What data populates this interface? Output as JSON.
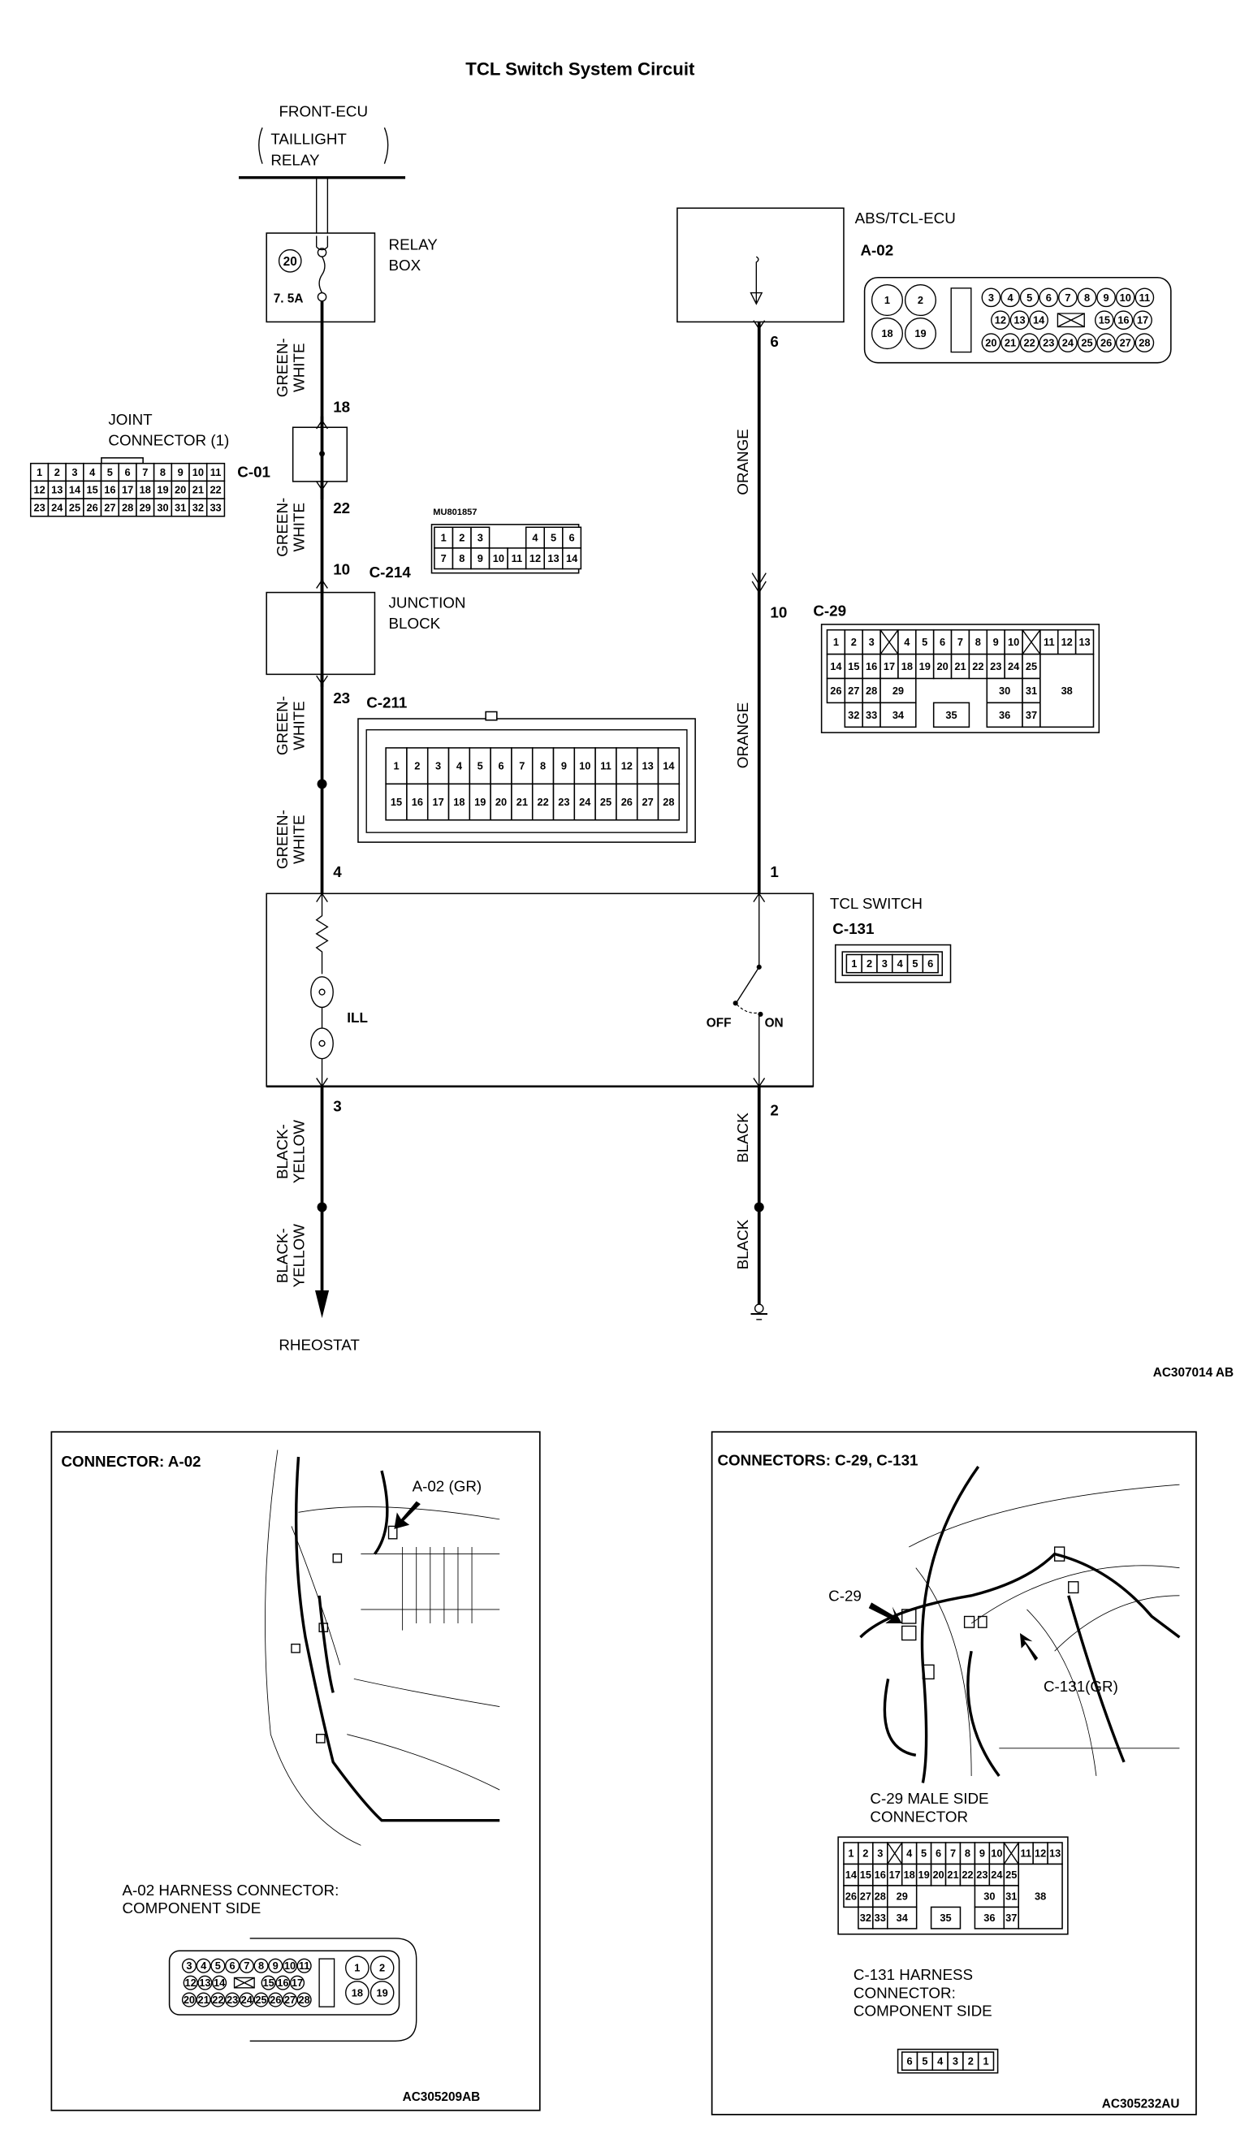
{
  "title": "TCL Switch System Circuit",
  "colors": {
    "line": "#000000",
    "background": "#ffffff"
  },
  "circuit": {
    "front_ecu": {
      "line1": "FRONT-ECU",
      "line2": "TAILLIGHT",
      "line3": "RELAY"
    },
    "relay_box": {
      "line1": "RELAY",
      "line2": "BOX",
      "fuse_number": "20",
      "fuse_rating": "7. 5A"
    },
    "joint_connector": {
      "line1": "JOINT",
      "line2": "CONNECTOR (1)",
      "code": "C-01",
      "pins": [
        [
          "1",
          "2",
          "3",
          "4",
          "5",
          "6",
          "7",
          "8",
          "9",
          "10",
          "11"
        ],
        [
          "12",
          "13",
          "14",
          "15",
          "16",
          "17",
          "18",
          "19",
          "20",
          "21",
          "22"
        ],
        [
          "23",
          "24",
          "25",
          "26",
          "27",
          "28",
          "29",
          "30",
          "31",
          "32",
          "33"
        ]
      ]
    },
    "junction_block": {
      "line1": "JUNCTION",
      "line2": "BLOCK",
      "code": "C-214",
      "part_number": "MU801857",
      "pins_row1": [
        "1",
        "2",
        "3",
        "4",
        "5",
        "6"
      ],
      "pins_row2": [
        "7",
        "8",
        "9",
        "10",
        "11",
        "12",
        "13",
        "14"
      ]
    },
    "c211": {
      "code": "C-211",
      "pins_row1": [
        "1",
        "2",
        "3",
        "4",
        "5",
        "6",
        "7",
        "8",
        "9",
        "10",
        "11",
        "12",
        "13",
        "14"
      ],
      "pins_row2": [
        "15",
        "16",
        "17",
        "18",
        "19",
        "20",
        "21",
        "22",
        "23",
        "24",
        "25",
        "26",
        "27",
        "28"
      ]
    },
    "ecu": {
      "name": "ABS/TCL-ECU",
      "code": "A-02",
      "big_pins": [
        "1",
        "2",
        "18",
        "19"
      ],
      "row1": [
        "3",
        "4",
        "5",
        "6",
        "7",
        "8",
        "9",
        "10",
        "11"
      ],
      "row2a": [
        "12",
        "13",
        "14"
      ],
      "row2b": [
        "15",
        "16",
        "17"
      ],
      "row3": [
        "20",
        "21",
        "22",
        "23",
        "24",
        "25",
        "26",
        "27",
        "28"
      ]
    },
    "c29": {
      "code": "C-29",
      "pins": [
        "1",
        "2",
        "3",
        "4",
        "5",
        "6",
        "7",
        "8",
        "9",
        "10",
        "11",
        "12",
        "13",
        "14",
        "15",
        "16",
        "17",
        "18",
        "19",
        "20",
        "21",
        "22",
        "23",
        "24",
        "25",
        "26",
        "27",
        "28",
        "29",
        "30",
        "31",
        "32",
        "33",
        "34",
        "35",
        "36",
        "37",
        "38"
      ]
    },
    "tcl_switch": {
      "name": "TCL SWITCH",
      "code": "C-131",
      "pins": [
        "1",
        "2",
        "3",
        "4",
        "5",
        "6"
      ],
      "lamp_label": "ILL",
      "off_label": "OFF",
      "on_label": "ON"
    },
    "wires": {
      "green_white": "GREEN-\nWHITE",
      "gw1": "GREEN-",
      "gw2": "WHITE",
      "orange": "ORANGE",
      "black": "BLACK",
      "by1": "BLACK-",
      "by2": "YELLOW"
    },
    "terminals": {
      "t18": "18",
      "t22": "22",
      "t10": "10",
      "t23": "23",
      "t4": "4",
      "t3": "3",
      "t6": "6",
      "t10r": "10",
      "t1": "1",
      "t2": "2"
    },
    "rheostat": "RHEOSTAT",
    "figure_id": "AC307014 AB"
  },
  "panel_left": {
    "title": "CONNECTOR: A-02",
    "callout": "A-02 (GR)",
    "caption_line1": "A-02 HARNESS CONNECTOR:",
    "caption_line2": "COMPONENT SIDE",
    "big_pins": [
      "2",
      "1",
      "19",
      "18"
    ],
    "row1": [
      "11",
      "10",
      "9",
      "8",
      "7",
      "6",
      "5",
      "4",
      "3"
    ],
    "row2a": [
      "17",
      "16",
      "15"
    ],
    "row2b": [
      "14",
      "13",
      "12"
    ],
    "row3": [
      "28",
      "27",
      "26",
      "25",
      "24",
      "23",
      "22",
      "21",
      "20"
    ],
    "figure_id": "AC305209AB"
  },
  "panel_right": {
    "title": "CONNECTORS: C-29, C-131",
    "callout_c29": "C-29",
    "callout_c131": "C-131(GR)",
    "c29_caption_line1": "C-29 MALE SIDE",
    "c29_caption_line2": "CONNECTOR",
    "c131_caption_line1": "C-131 HARNESS",
    "c131_caption_line2": "CONNECTOR:",
    "c131_caption_line3": "COMPONENT SIDE",
    "c131_pins": [
      "6",
      "5",
      "4",
      "3",
      "2",
      "1"
    ],
    "figure_id": "AC305232AU"
  }
}
